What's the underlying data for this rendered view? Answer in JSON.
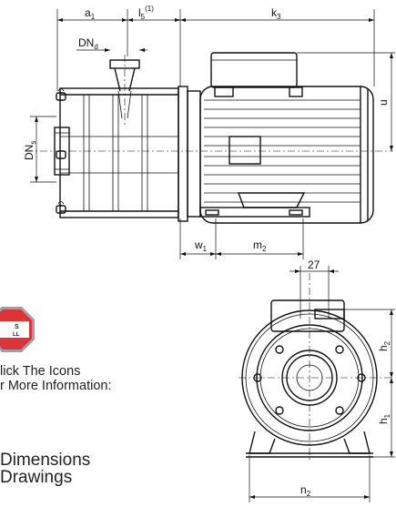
{
  "labels": {
    "a1": "a",
    "a1_sub": "1",
    "l5": "l",
    "l5_sub": "5",
    "l5_sup": "(1)",
    "k3": "k",
    "k3_sub": "3",
    "dnd": "DN",
    "dnd_sub": "d",
    "dns": "DN",
    "dns_sub": "s",
    "u": "u",
    "w1": "w",
    "w1_sub": "1",
    "m2": "m",
    "m2_sub": "2",
    "dim27": "27",
    "h2": "h",
    "h2_sub": "2",
    "h1": "h",
    "h1_sub": "1",
    "n2": "n",
    "n2_sub": "2"
  },
  "badge": {
    "line1": "S",
    "line2": "LL",
    "color": "#d9353a"
  },
  "help_text": {
    "line1": "lick The Icons",
    "line2": "r More Information:"
  },
  "links": {
    "line1": "Dimensions",
    "line2": "Drawings"
  }
}
